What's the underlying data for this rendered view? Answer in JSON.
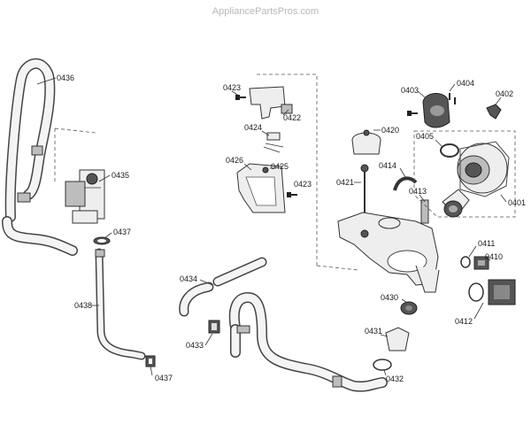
{
  "watermark": "AppliancePartsPros.com",
  "labels": {
    "p0436": "0436",
    "p0435": "0435",
    "p0437a": "0437",
    "p0438": "0438",
    "p0437b": "0437",
    "p0423a": "0423",
    "p0422": "0422",
    "p0424": "0424",
    "p0426": "0426",
    "p0425": "0425",
    "p0423b": "0423",
    "p0434": "0434",
    "p0433": "0433",
    "p0420": "0420",
    "p0421": "0421",
    "p0414": "0414",
    "p0413": "0413",
    "p0403": "0403",
    "p0404": "0404",
    "p0402": "0402",
    "p0405": "0405",
    "p0401": "0401",
    "p0411": "0411",
    "p0410": "0410",
    "p0412": "0412",
    "p0430": "0430",
    "p0431": "0431",
    "p0432": "0432"
  }
}
